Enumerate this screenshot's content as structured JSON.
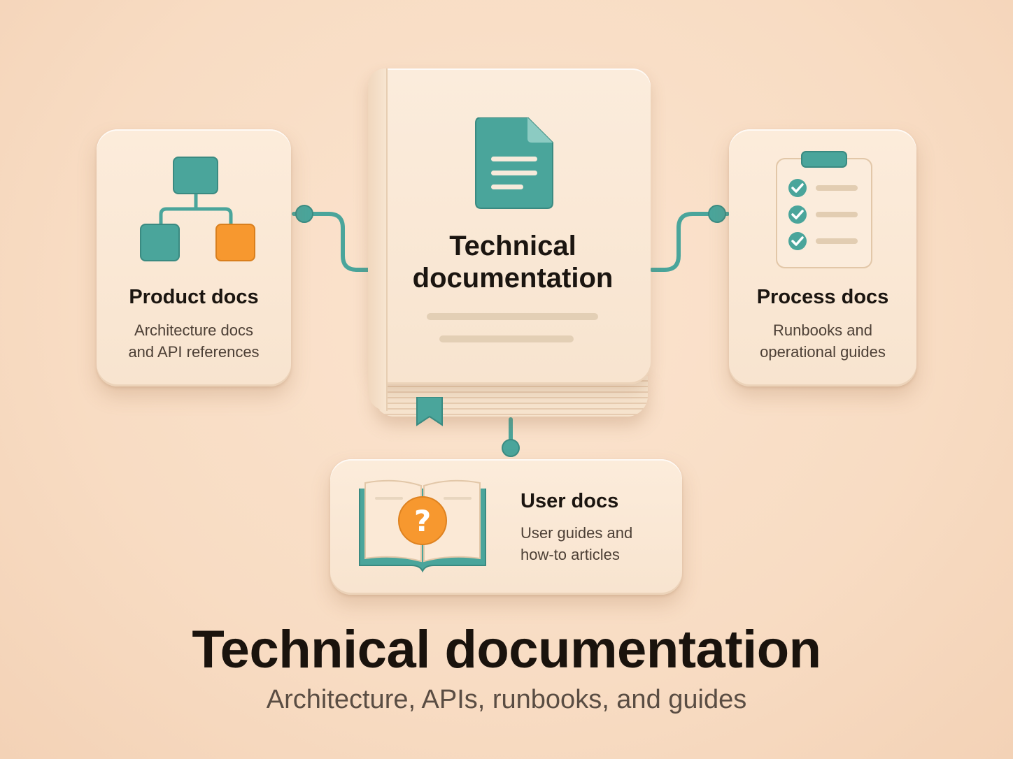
{
  "center": {
    "title_line1": "Technical",
    "title_line2": "documentation"
  },
  "product": {
    "title": "Product docs",
    "desc_line1": "Architecture docs",
    "desc_line2": "and API references"
  },
  "process": {
    "title": "Process docs",
    "desc_line1": "Runbooks and",
    "desc_line2": "operational guides"
  },
  "user": {
    "title": "User docs",
    "desc_line1": "User guides and",
    "desc_line2": "how-to articles"
  },
  "footer": {
    "heading": "Technical documentation",
    "subheading": "Architecture, APIs, runbooks, and guides"
  },
  "icons": {
    "center": "document-icon",
    "product": "hierarchy-diagram-icon",
    "process": "checklist-clipboard-icon",
    "user": "open-book-question-icon",
    "bookmark": "bookmark-icon"
  },
  "colors": {
    "teal": "#4aa59b",
    "orange": "#f7982f",
    "background": "#f8dcc3",
    "card": "#fbe9d6"
  }
}
